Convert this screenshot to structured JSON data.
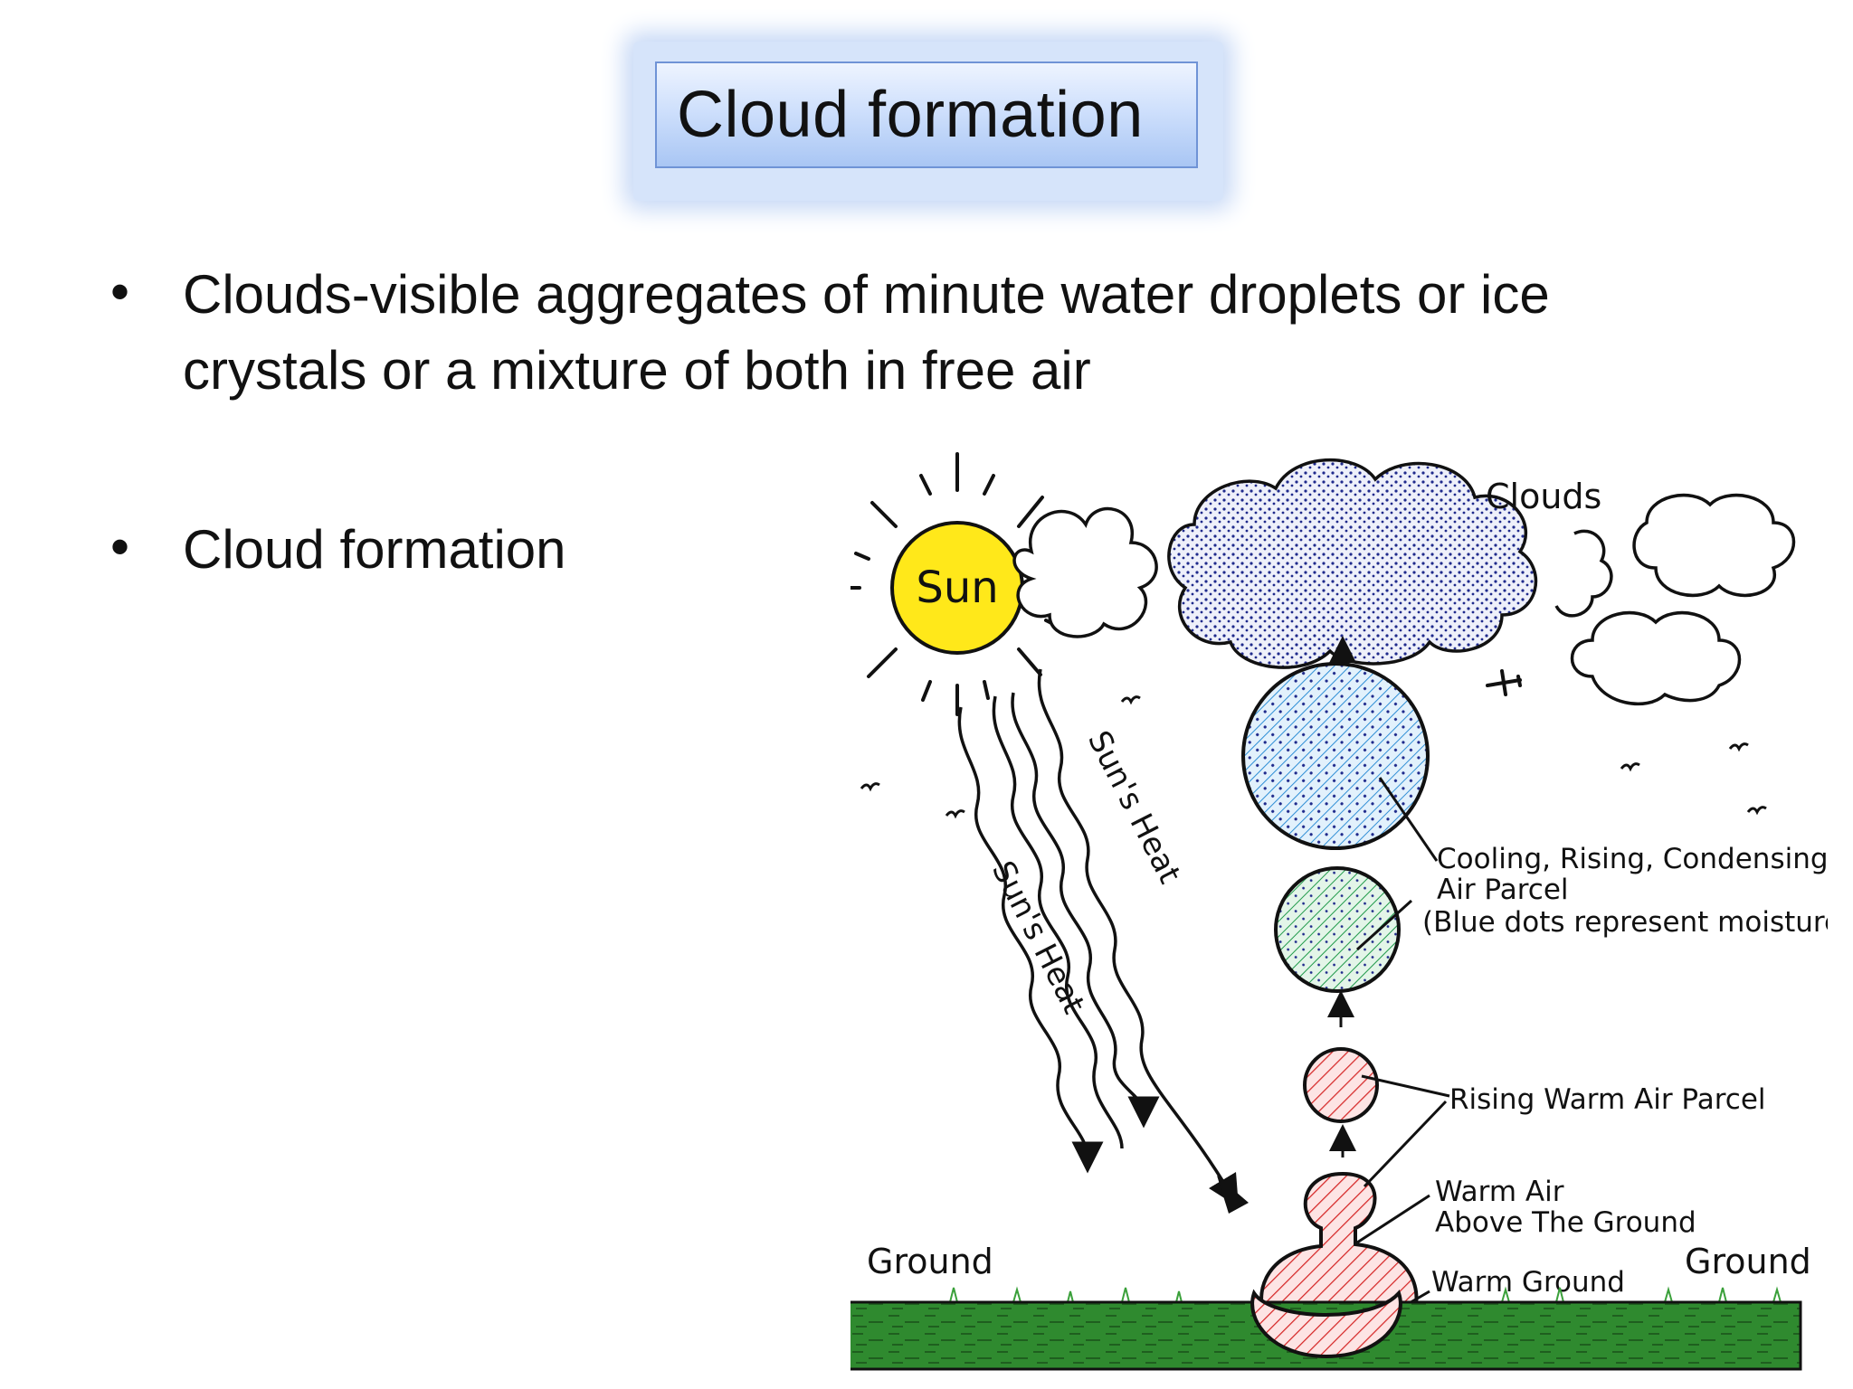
{
  "slide": {
    "title": "Cloud formation",
    "bullets": [
      {
        "marker": "•",
        "text_line1": "Clouds-visible aggregates of minute water droplets or ice",
        "text_line2": "crystals or a mixture of both in free air"
      },
      {
        "marker": "•",
        "text_line1": "Cloud formation"
      }
    ]
  },
  "diagram": {
    "labels": {
      "sun": "Sun",
      "clouds": "Clouds",
      "heat1": "Sun's Heat",
      "heat2": "Sun's Heat",
      "cooling_line1": "Cooling, Rising, Condensing",
      "cooling_line2": "Air Parcel",
      "cooling_line3": "(Blue dots represent moisture)",
      "rising": "Rising Warm Air Parcel",
      "warm_air_line1": "Warm Air",
      "warm_air_line2": "Above The Ground",
      "warm_ground": "Warm Ground",
      "ground_left": "Ground",
      "ground_right": "Ground"
    },
    "colors": {
      "sun": "#ffe81a",
      "cloud_dots": "#1f2a8c",
      "parcel_blue": "#2f8fd6",
      "parcel_green": "#1f9a4a",
      "parcel_red": "#d62828",
      "ground": "#2f8a2f"
    }
  }
}
